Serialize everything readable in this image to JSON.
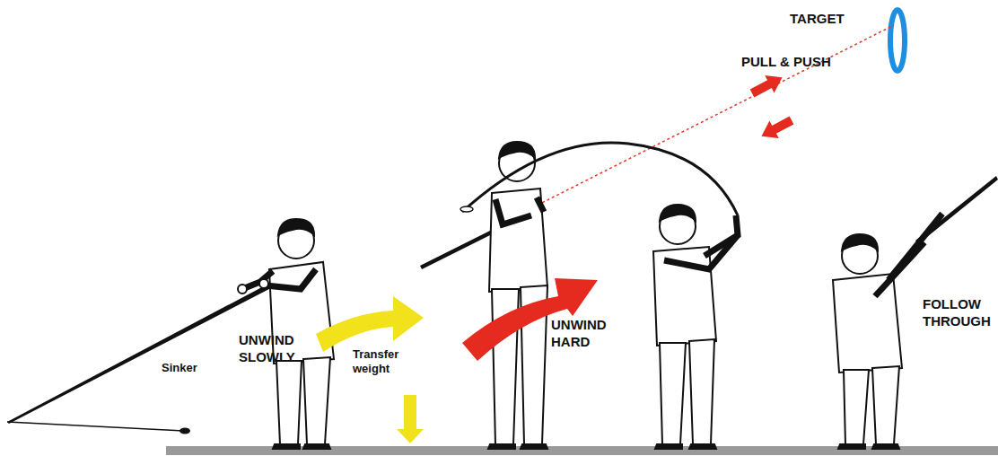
{
  "diagram": {
    "labels": [
      "TARGET",
      "PULL & PUSH",
      "FOLLOW THROUGH",
      "UNWIND HARD",
      "UNWIND SLOWLY",
      "Transfer weight",
      "Sinker"
    ]
  }
}
